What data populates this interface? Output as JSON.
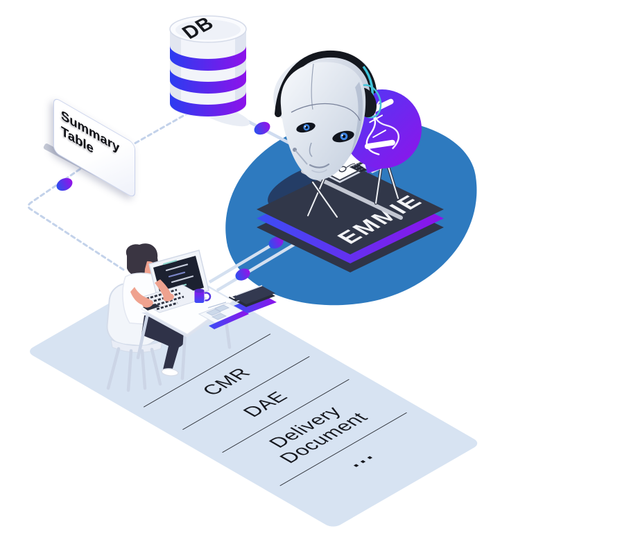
{
  "database": {
    "label": "DB"
  },
  "summary_sign": {
    "line1": "Summary",
    "line2": "Table"
  },
  "platform": {
    "label": "EMMIE"
  },
  "document_list": {
    "items": [
      "CMR",
      "DAE",
      "Delivery Document",
      "..."
    ]
  },
  "colors": {
    "accent_blue": "#3b4ef5",
    "accent_purple": "#8d12ea",
    "blob_blue": "#2e7abf",
    "platform_navy": "#313749",
    "plane_blue": "#d7e3f2",
    "connector": "#cdd9ee"
  }
}
